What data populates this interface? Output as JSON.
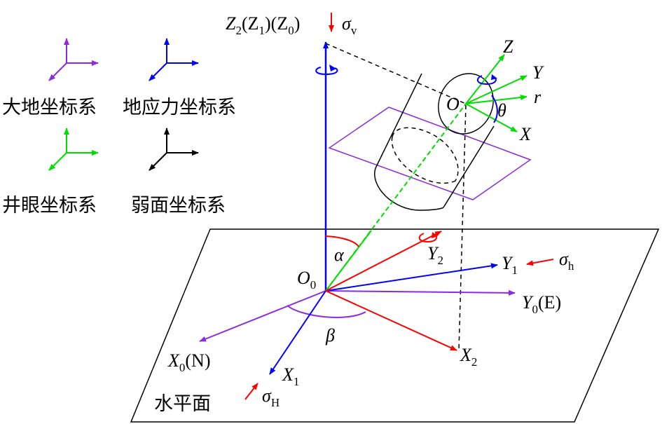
{
  "legend": {
    "geodetic": "大地坐标系",
    "in_situ_stress": "地应力坐标系",
    "wellbore": "井眼坐标系",
    "weak_plane": "弱面坐标系"
  },
  "plane_label": "水平面",
  "colors": {
    "geodetic": "#8a2be2",
    "in_situ_stress": "#0000ff",
    "wellbore": "#00dd00",
    "weak_plane": "#000000",
    "rotation_axis": "#ff0000",
    "stress_arrow": "#ff0000"
  },
  "labels": {
    "z_axis": {
      "main": "Z",
      "sub1": "2",
      "mid1": "(Z",
      "sub2": "1",
      "mid2": ")(Z",
      "sub3": "0",
      "end": ")"
    },
    "sigma_v": {
      "main": "σ",
      "sub": "v"
    },
    "sigma_h": {
      "main": "σ",
      "sub": "h"
    },
    "sigma_H": {
      "main": "σ",
      "sub": "H"
    },
    "alpha": "α",
    "beta": "β",
    "theta": "θ",
    "origin": {
      "main": "O",
      "sub": "0"
    },
    "O": "O",
    "Z": "Z",
    "Y": "Y",
    "r": "r",
    "X": "X",
    "Y2": {
      "main": "Y",
      "sub": "2"
    },
    "Y1": {
      "main": "Y",
      "sub": "1"
    },
    "Y0": {
      "main": "Y",
      "sub": "0",
      "suffix": "(E)"
    },
    "X0": {
      "main": "X",
      "sub": "0",
      "suffix": "(N)"
    },
    "X1": {
      "main": "X",
      "sub": "1"
    },
    "X2": {
      "main": "X",
      "sub": "2"
    }
  }
}
